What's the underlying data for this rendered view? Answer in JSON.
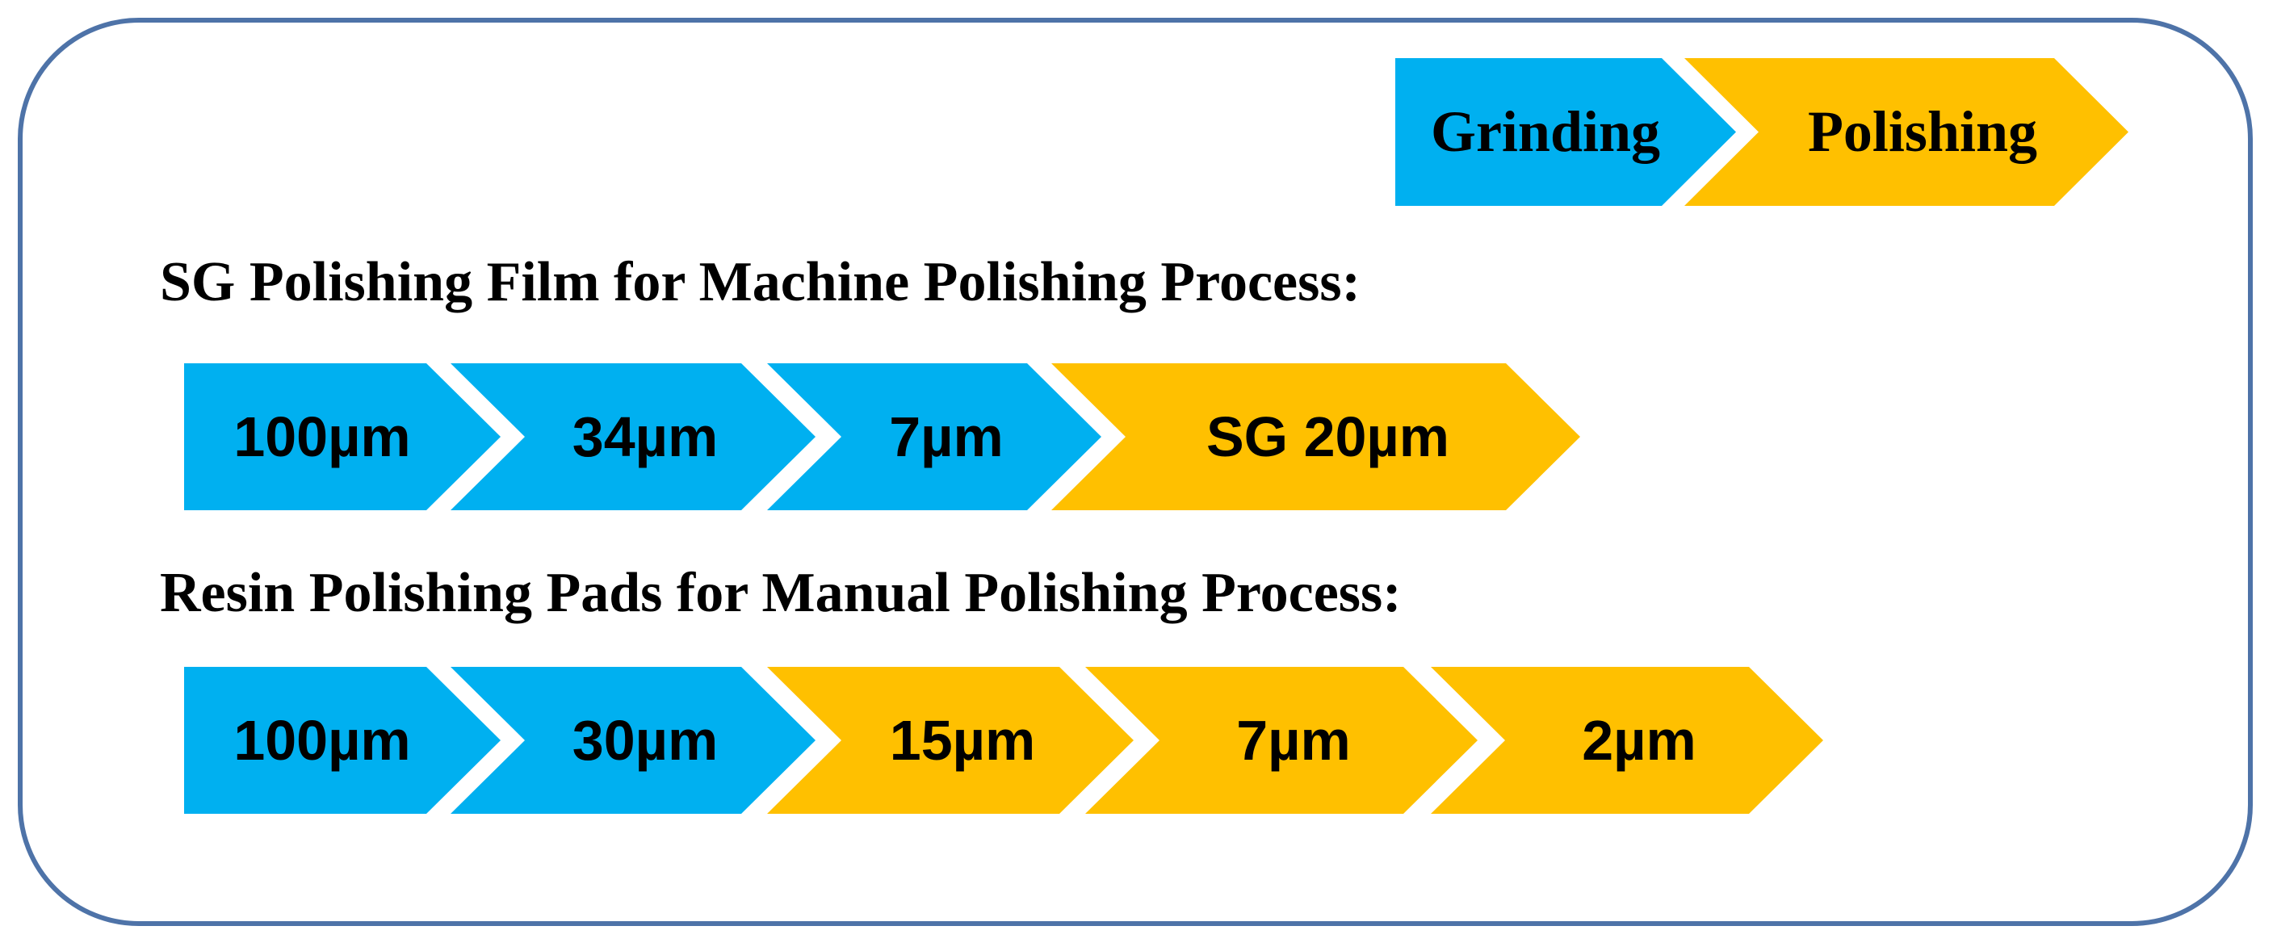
{
  "legend": {
    "grinding_label": "Grinding",
    "polishing_label": "Polishing"
  },
  "machine_process": {
    "title": "SG Polishing Film for Machine Polishing Process:",
    "steps": [
      {
        "label": "100µm",
        "stage": "Grinding"
      },
      {
        "label": "34µm",
        "stage": "Grinding"
      },
      {
        "label": "7µm",
        "stage": "Grinding"
      },
      {
        "label": "SG 20µm",
        "stage": "Polishing"
      }
    ]
  },
  "manual_process": {
    "title": "Resin Polishing Pads for Manual Polishing Process:",
    "steps": [
      {
        "label": "100µm",
        "stage": "Grinding"
      },
      {
        "label": "30µm",
        "stage": "Grinding"
      },
      {
        "label": "15µm",
        "stage": "Polishing"
      },
      {
        "label": "7µm",
        "stage": "Polishing"
      },
      {
        "label": "2µm",
        "stage": "Polishing"
      }
    ]
  },
  "colors": {
    "grinding": "#00b0f0",
    "polishing": "#ffc000",
    "frame_border": "#4e73a8"
  }
}
